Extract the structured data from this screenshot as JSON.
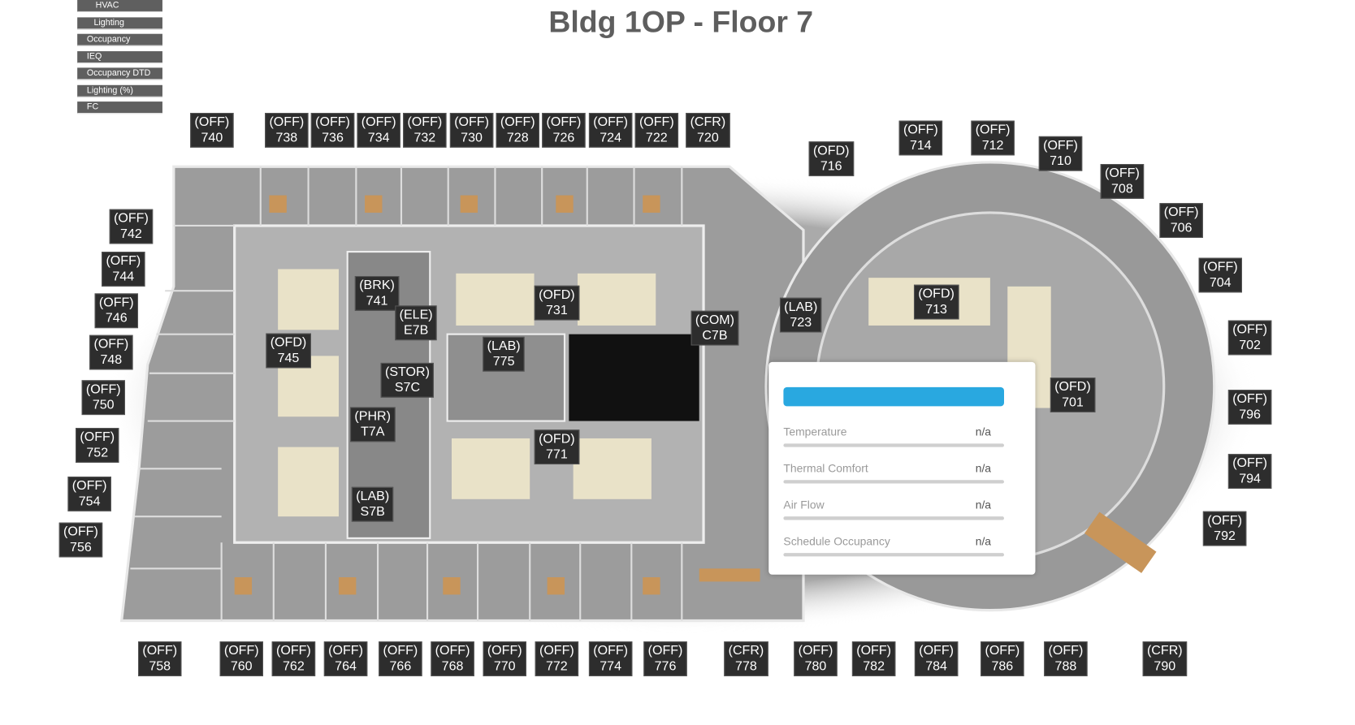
{
  "menu": [
    "HVAC",
    "Lighting",
    "Occupancy",
    "IEQ",
    "Occupancy DTD",
    "Lighting (%)",
    "FC"
  ],
  "title": "Bldg 1OP - Floor 7",
  "rooms": [
    {
      "type": "(OFF)",
      "id": "740"
    },
    {
      "type": "(OFF)",
      "id": "738"
    },
    {
      "type": "(OFF)",
      "id": "736"
    },
    {
      "type": "(OFF)",
      "id": "734"
    },
    {
      "type": "(OFF)",
      "id": "732"
    },
    {
      "type": "(OFF)",
      "id": "730"
    },
    {
      "type": "(OFF)",
      "id": "728"
    },
    {
      "type": "(OFF)",
      "id": "726"
    },
    {
      "type": "(OFF)",
      "id": "724"
    },
    {
      "type": "(OFF)",
      "id": "722"
    },
    {
      "type": "(CFR)",
      "id": "720"
    },
    {
      "type": "(OFD)",
      "id": "716"
    },
    {
      "type": "(OFF)",
      "id": "714"
    },
    {
      "type": "(OFF)",
      "id": "712"
    },
    {
      "type": "(OFF)",
      "id": "710"
    },
    {
      "type": "(OFF)",
      "id": "708"
    },
    {
      "type": "(OFF)",
      "id": "706"
    },
    {
      "type": "(OFF)",
      "id": "704"
    },
    {
      "type": "(OFF)",
      "id": "702"
    },
    {
      "type": "(OFF)",
      "id": "796"
    },
    {
      "type": "(OFF)",
      "id": "794"
    },
    {
      "type": "(OFF)",
      "id": "792"
    },
    {
      "type": "(OFF)",
      "id": "742"
    },
    {
      "type": "(OFF)",
      "id": "744"
    },
    {
      "type": "(OFF)",
      "id": "746"
    },
    {
      "type": "(OFF)",
      "id": "748"
    },
    {
      "type": "(OFF)",
      "id": "750"
    },
    {
      "type": "(OFF)",
      "id": "752"
    },
    {
      "type": "(OFF)",
      "id": "754"
    },
    {
      "type": "(OFF)",
      "id": "756"
    },
    {
      "type": "(OFF)",
      "id": "758"
    },
    {
      "type": "(OFF)",
      "id": "760"
    },
    {
      "type": "(OFF)",
      "id": "762"
    },
    {
      "type": "(OFF)",
      "id": "764"
    },
    {
      "type": "(OFF)",
      "id": "766"
    },
    {
      "type": "(OFF)",
      "id": "768"
    },
    {
      "type": "(OFF)",
      "id": "770"
    },
    {
      "type": "(OFF)",
      "id": "772"
    },
    {
      "type": "(OFF)",
      "id": "774"
    },
    {
      "type": "(OFF)",
      "id": "776"
    },
    {
      "type": "(CFR)",
      "id": "778"
    },
    {
      "type": "(OFF)",
      "id": "780"
    },
    {
      "type": "(OFF)",
      "id": "782"
    },
    {
      "type": "(OFF)",
      "id": "784"
    },
    {
      "type": "(OFF)",
      "id": "786"
    },
    {
      "type": "(OFF)",
      "id": "788"
    },
    {
      "type": "(CFR)",
      "id": "790"
    },
    {
      "type": "(BRK)",
      "id": "741"
    },
    {
      "type": "(ELE)",
      "id": "E7B"
    },
    {
      "type": "(OFD)",
      "id": "745"
    },
    {
      "type": "(STOR)",
      "id": "S7C"
    },
    {
      "type": "(PHR)",
      "id": "T7A"
    },
    {
      "type": "(LAB)",
      "id": "S7B"
    },
    {
      "type": "(LAB)",
      "id": "775"
    },
    {
      "type": "(OFD)",
      "id": "731"
    },
    {
      "type": "(OFD)",
      "id": "771"
    },
    {
      "type": "(COM)",
      "id": "C7B"
    },
    {
      "type": "(LAB)",
      "id": "723"
    },
    {
      "type": "(OFD)",
      "id": "713"
    },
    {
      "type": "(OFD)",
      "id": "701"
    }
  ],
  "tooltip": {
    "accent": "#29a8e0",
    "rows": [
      {
        "label": "Temperature",
        "value": "n/a"
      },
      {
        "label": "Thermal Comfort",
        "value": "n/a"
      },
      {
        "label": "Air Flow",
        "value": "n/a"
      },
      {
        "label": "Schedule Occupancy",
        "value": "n/a"
      }
    ]
  }
}
